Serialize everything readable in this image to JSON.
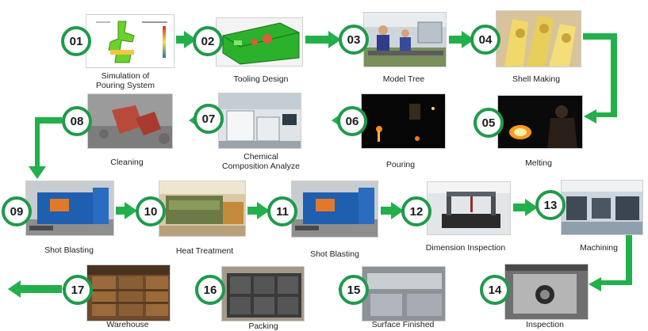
{
  "colors": {
    "arrow": "#22b04a",
    "badge_ring": "#1f9a4b"
  },
  "steps": [
    {
      "number": "01",
      "label": "Simulation of\nPouring System",
      "image": "green-casting-simulation"
    },
    {
      "number": "02",
      "label": "Tooling Design",
      "image": "green-cad-tooling-model"
    },
    {
      "number": "03",
      "label": "Model Tree",
      "image": "workshop-workers"
    },
    {
      "number": "04",
      "label": "Shell Making",
      "image": "wax-shell-assemblies"
    },
    {
      "number": "05",
      "label": "Melting",
      "image": "furnace-glow"
    },
    {
      "number": "06",
      "label": "Pouring",
      "image": "dark-foundry-pouring"
    },
    {
      "number": "07",
      "label": "Chemical\nComposition Analyze",
      "image": "lab-spectrometer"
    },
    {
      "number": "08",
      "label": "Cleaning",
      "image": "cast-parts-rubble"
    },
    {
      "number": "09",
      "label": "Shot Blasting",
      "image": "blue-blasting-machine"
    },
    {
      "number": "10",
      "label": "Heat Treatment",
      "image": "heat-treatment-furnace"
    },
    {
      "number": "11",
      "label": "Shot Blasting",
      "image": "blue-blasting-machine"
    },
    {
      "number": "12",
      "label": "Dimension Inspection",
      "image": "cmm-machine"
    },
    {
      "number": "13",
      "label": "Machining",
      "image": "cnc-workshop"
    },
    {
      "number": "14",
      "label": "Inspection",
      "image": "machined-part-closeup"
    },
    {
      "number": "15",
      "label": "Surface Finished",
      "image": "polished-metal-parts"
    },
    {
      "number": "16",
      "label": "Packing",
      "image": "packed-parts-box"
    },
    {
      "number": "17",
      "label": "Warehouse",
      "image": "warehouse-shelves"
    }
  ]
}
